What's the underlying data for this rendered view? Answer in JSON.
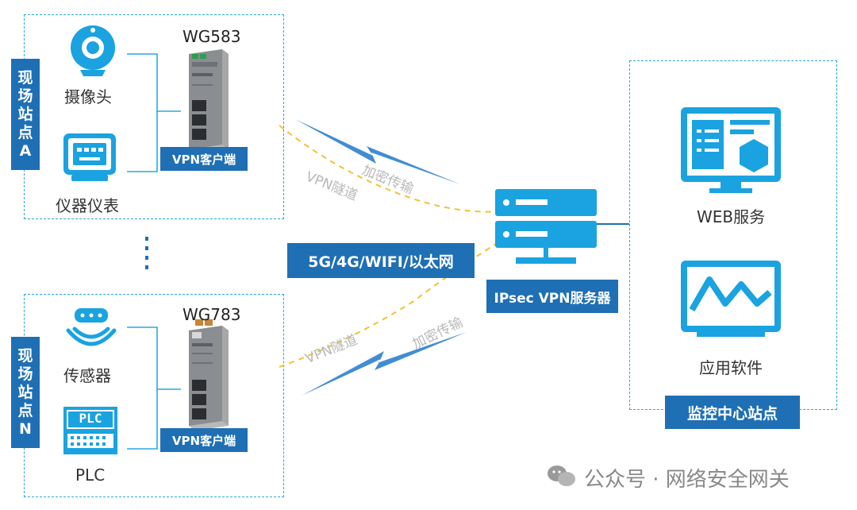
{
  "site_a": {
    "tag": [
      "现",
      "场",
      "站",
      "点",
      "A"
    ],
    "camera_label": "摄像头",
    "meter_label": "仪器仪表",
    "model": "WG583",
    "client_label": "VPN客户端"
  },
  "site_n": {
    "tag": [
      "现",
      "场",
      "站",
      "点",
      "N"
    ],
    "sensor_label": "传感器",
    "plc_label": "PLC",
    "plc_icon_text": "PLC",
    "model": "WG783",
    "client_label": "VPN客户端"
  },
  "network": {
    "label": "5G/4G/WIFI/以太网",
    "tunnel_label": "VPN隧道",
    "encrypt_label": "加密传输"
  },
  "server": {
    "label": "IPsec VPN服务器"
  },
  "monitor_center": {
    "web_label": "WEB服务",
    "app_label": "应用软件",
    "title": "监控中心站点"
  },
  "watermark": {
    "text": "公众号 · 网络安全网关"
  },
  "colors": {
    "accent_blue": "#1f6fb5",
    "icon_blue": "#1aa3e0",
    "dash_border": "#29a9dc",
    "tunnel_yellow": "#f2c230",
    "lightning_blue": "#2c7fd0"
  }
}
